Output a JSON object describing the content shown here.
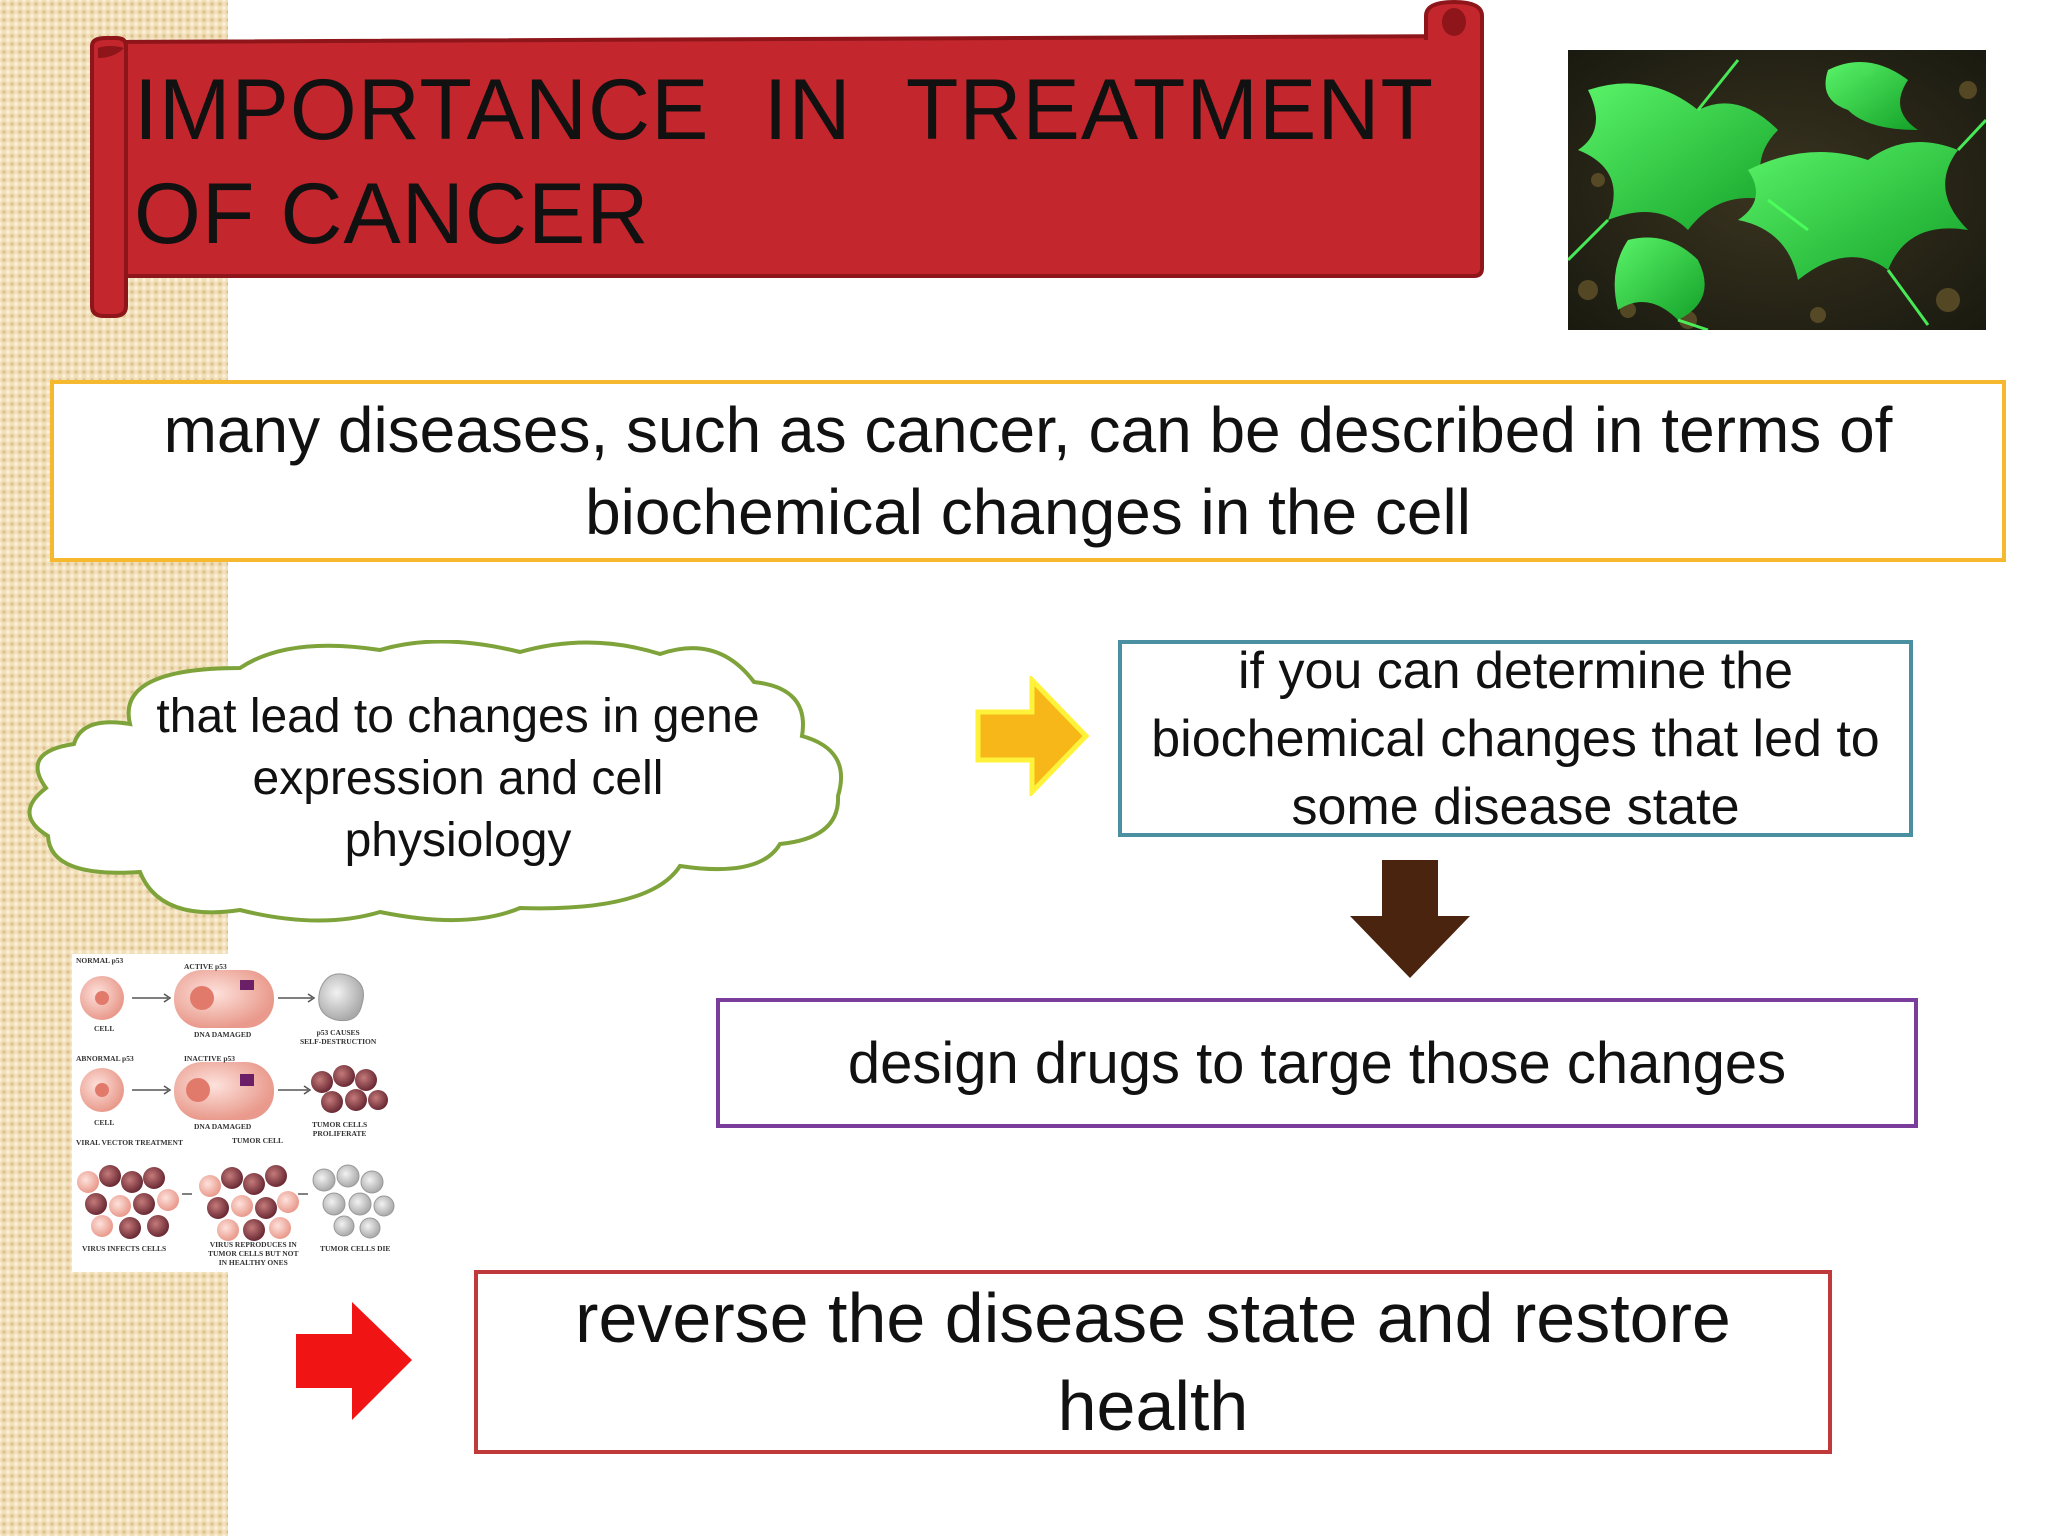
{
  "title": {
    "line1_words": [
      "IMPORTANCE",
      "IN",
      "TREATMENT"
    ],
    "line2": "OF CANCER"
  },
  "intro": "many diseases, such as cancer, can be described in terms of biochemical changes in the cell",
  "cloud": "that lead to changes in gene expression and cell physiology",
  "determine": "if you can determine the biochemical changes that led to some disease state",
  "design": "design drugs to targe those changes",
  "reverse": "reverse the disease state and restore health",
  "cell_diagram": {
    "labels": {
      "normal": "NORMAL p53",
      "active": "ACTIVE p53",
      "cell1": "CELL",
      "dna1": "DNA DAMAGED",
      "selfdestruct": "p53 CAUSES\nSELF-DESTRUCTION",
      "abnormal": "ABNORMAL p53",
      "inactive": "INACTIVE p53",
      "cell2": "CELL",
      "dna2": "DNA DAMAGED",
      "proliferate": "TUMOR CELLS\nPROLIFERATE",
      "viral": "VIRAL VECTOR TREATMENT",
      "tumorcell": "TUMOR CELL",
      "infects": "VIRUS INFECTS CELLS",
      "reproduces": "VIRUS REPRODUCES IN\nTUMOR CELLS BUT NOT\nIN HEALTHY ONES",
      "die": "TUMOR CELLS DIE"
    }
  },
  "colors": {
    "banner_red": "#c3262c",
    "banner_dark": "#8e1519",
    "yellow_border": "#f5b82e",
    "teal_border": "#4a90a0",
    "purple_border": "#7a3d9c",
    "red_border": "#c0393b",
    "cloud_stroke": "#7ea33a",
    "arrow_yellow": "#f7b719",
    "arrow_brown": "#4b2410",
    "arrow_red": "#f01414"
  },
  "icons": [
    "scroll-banner",
    "green-cells-photo",
    "yellow-right-arrow",
    "brown-down-arrow",
    "red-right-arrow",
    "thought-cloud"
  ]
}
